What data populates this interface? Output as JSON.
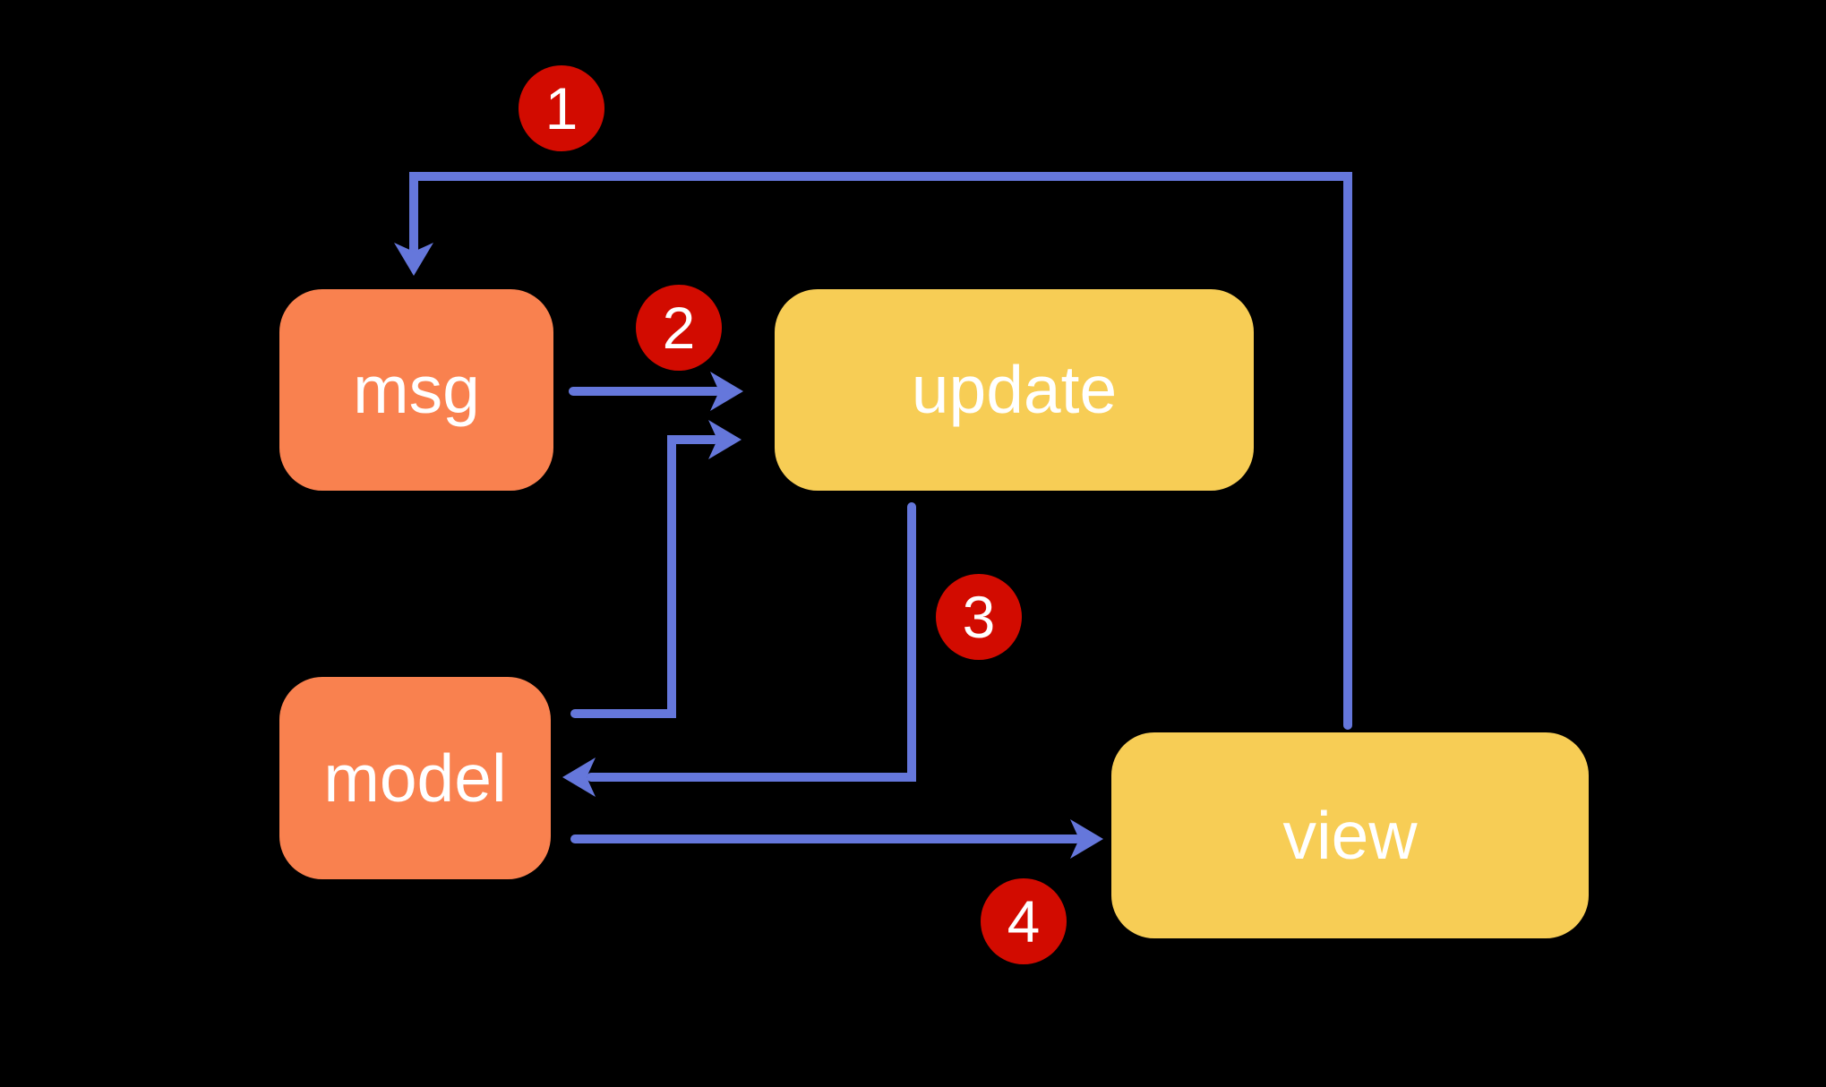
{
  "diagram": {
    "colors": {
      "background": "#000000",
      "node-orange": "#F9814F",
      "node-yellow": "#F7CD55",
      "arrow-blue": "#6577DB",
      "badge-red": "#D20B00",
      "text-white": "#FFFFFF"
    },
    "nodes": {
      "msg": {
        "label": "msg"
      },
      "update": {
        "label": "update"
      },
      "model": {
        "label": "model"
      },
      "view": {
        "label": "view"
      }
    },
    "badges": {
      "b1": {
        "label": "1"
      },
      "b2": {
        "label": "2"
      },
      "b3": {
        "label": "3"
      },
      "b4": {
        "label": "4"
      }
    }
  }
}
